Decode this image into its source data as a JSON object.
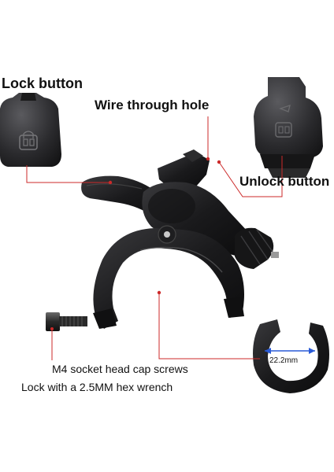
{
  "labels": {
    "lock_button": "Lock button",
    "wire_hole": "Wire through hole",
    "unlock_button": "Unlock button",
    "screw": "M4 socket head cap screws",
    "wrench": "Lock with a 2.5MM hex wrench",
    "diameter": "22.2mm"
  },
  "colors": {
    "plastic": "#1c1c1e",
    "accent_line": "#cc2a2a",
    "background": "#ffffff"
  }
}
